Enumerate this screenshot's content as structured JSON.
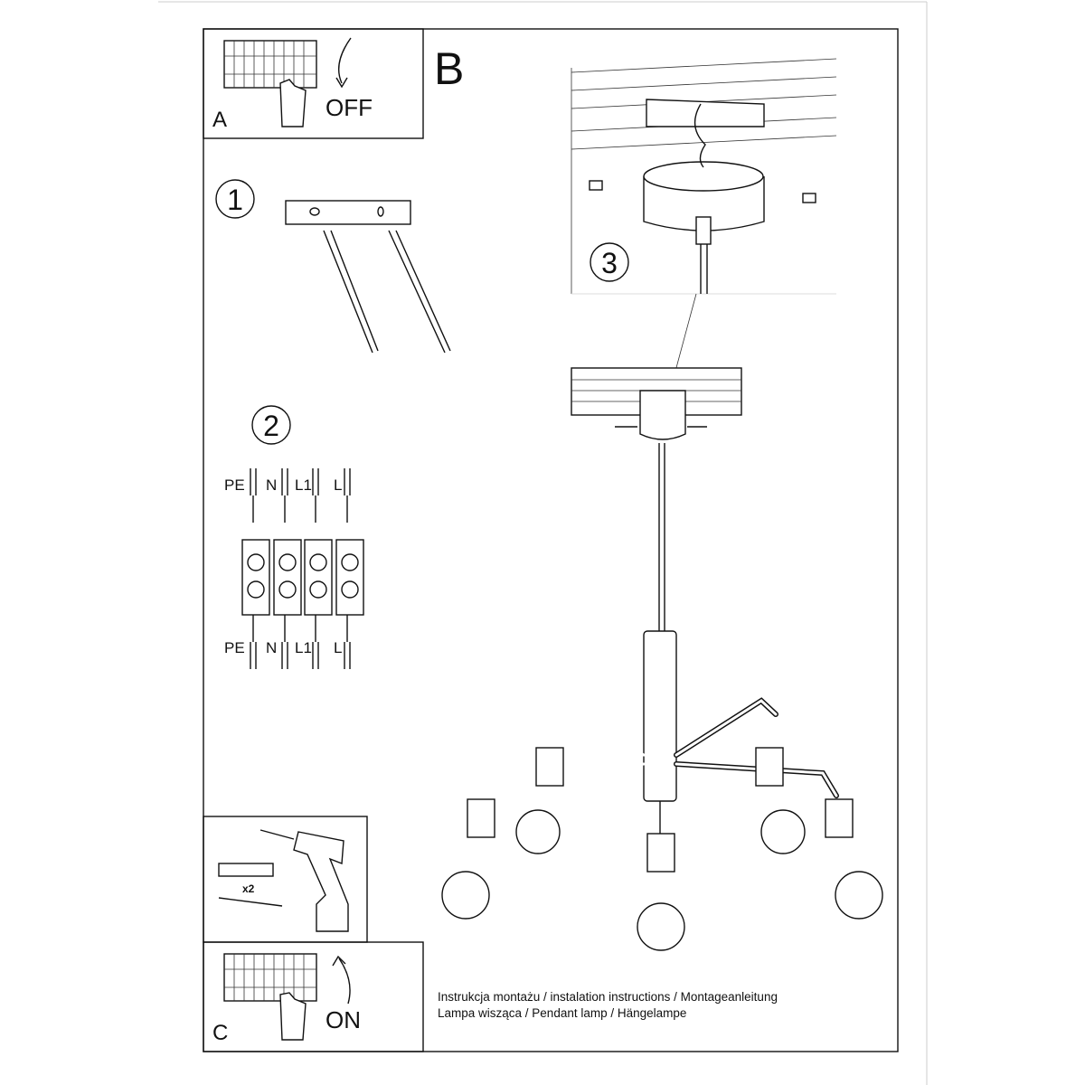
{
  "panel_a": {
    "label": "A",
    "action": "OFF"
  },
  "panel_b": {
    "label": "B"
  },
  "panel_c": {
    "label": "C",
    "action": "ON"
  },
  "steps": [
    "1",
    "2",
    "3"
  ],
  "wiring": {
    "top_labels": [
      "PE",
      "N",
      "L1",
      "L"
    ],
    "bottom_labels": [
      "PE",
      "N",
      "L1",
      "L"
    ]
  },
  "tools": {
    "quantity": "x2"
  },
  "caption": {
    "line1": "Instrukcja montażu / instalation instructions / Montageanleitung",
    "line2": "Lampa wisząca / Pendant lamp / Hängelampe"
  }
}
